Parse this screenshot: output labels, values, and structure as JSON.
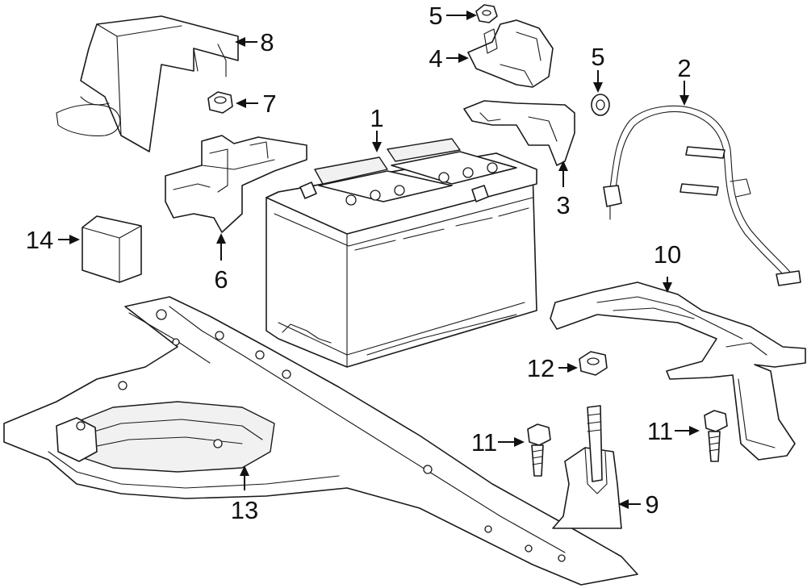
{
  "diagram": {
    "callouts": [
      {
        "id": "c1",
        "label": "1"
      },
      {
        "id": "c2",
        "label": "2"
      },
      {
        "id": "c3",
        "label": "3"
      },
      {
        "id": "c4",
        "label": "4"
      },
      {
        "id": "c5a",
        "label": "5"
      },
      {
        "id": "c5b",
        "label": "5"
      },
      {
        "id": "c6",
        "label": "6"
      },
      {
        "id": "c7",
        "label": "7"
      },
      {
        "id": "c8",
        "label": "8"
      },
      {
        "id": "c9",
        "label": "9"
      },
      {
        "id": "c10",
        "label": "10"
      },
      {
        "id": "c11a",
        "label": "11"
      },
      {
        "id": "c11b",
        "label": "11"
      },
      {
        "id": "c12",
        "label": "12"
      },
      {
        "id": "c13",
        "label": "13"
      },
      {
        "id": "c14",
        "label": "14"
      }
    ]
  }
}
